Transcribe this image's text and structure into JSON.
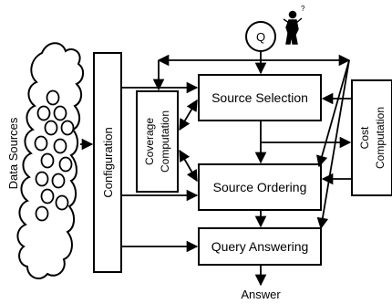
{
  "diagram": {
    "left_label": "Data Sources",
    "configuration": "Configuration",
    "coverage_line1": "Coverage",
    "coverage_line2": "Computation",
    "source_selection": "Source Selection",
    "source_ordering": "Source Ordering",
    "query_answering": "Query Answering",
    "cost_line1": "Cost",
    "cost_line2": "Computation",
    "query": "Q",
    "answer": "Answer"
  }
}
